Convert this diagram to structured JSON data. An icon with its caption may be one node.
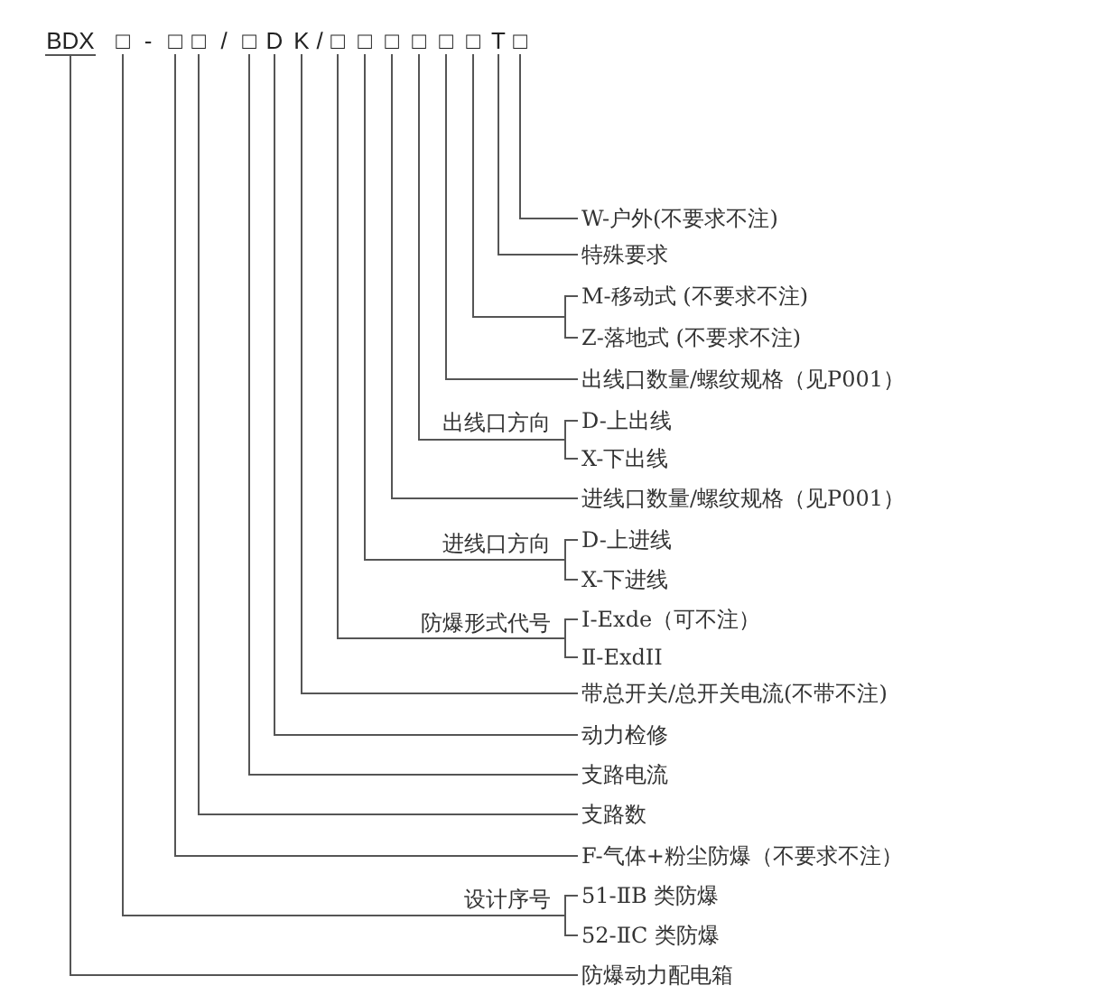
{
  "diagram": {
    "nodes": [
      {
        "text": [
          "BDX"
        ]
      },
      {
        "text": [
          "□"
        ]
      },
      {
        "text": [
          "□"
        ]
      },
      {
        "text": [
          "□"
        ]
      },
      {
        "text": [
          "□"
        ]
      },
      {
        "text": [
          "D"
        ]
      },
      {
        "text": [
          "K"
        ]
      },
      {
        "text": [
          "□"
        ]
      },
      {
        "text": [
          "□"
        ]
      },
      {
        "text": [
          "□"
        ]
      },
      {
        "text": [
          "□"
        ]
      },
      {
        "text": [
          "□"
        ]
      },
      {
        "text": [
          "□"
        ]
      },
      {
        "text": [
          "T"
        ]
      },
      {
        "text": [
          "□"
        ]
      },
      {
        "text": [
          "W-户外(不要求不注)"
        ]
      },
      {
        "text": [
          "特殊要求"
        ]
      },
      {
        "text": [
          "M-移动式 (不要求不注)"
        ]
      },
      {
        "text": [
          "Z-落地式 (不要求不注)"
        ]
      },
      {
        "text": [
          "出线口数量/螺纹规格（见P001）"
        ]
      },
      {
        "text": [
          "D-上出线"
        ]
      },
      {
        "text": [
          "X-下出线"
        ]
      },
      {
        "text": [
          "进线口数量/螺纹规格（见P001）"
        ]
      },
      {
        "text": [
          "D-上进线"
        ]
      },
      {
        "text": [
          "X-下进线"
        ]
      },
      {
        "text": [
          "Ⅰ-Exde（可不注）"
        ]
      },
      {
        "text": [
          "Ⅱ-ExdII"
        ]
      },
      {
        "text": [
          "带总开关/总开关电流(不带不注)"
        ]
      },
      {
        "text": [
          "动力检修"
        ]
      },
      {
        "text": [
          "支路电流"
        ]
      },
      {
        "text": [
          "支路数"
        ]
      },
      {
        "text": [
          "F-气体+粉尘防爆（不要求不注）"
        ]
      },
      {
        "text": [
          "51-ⅡB 类防爆"
        ]
      },
      {
        "text": [
          "52-ⅡC 类防爆"
        ]
      },
      {
        "text": [
          "防爆动力配电箱"
        ]
      }
    ],
    "edges": [
      {
        "from": 14,
        "to": 15,
        "arrow": "none"
      },
      {
        "from": 13,
        "to": 16,
        "arrow": "none"
      },
      {
        "from": 12,
        "to": 17,
        "arrow": "none"
      },
      {
        "from": 12,
        "to": 18,
        "arrow": "none"
      },
      {
        "from": 11,
        "to": 19,
        "arrow": "none"
      },
      {
        "from": 10,
        "to": 20,
        "arrow": "none"
      },
      {
        "from": 10,
        "to": 21,
        "arrow": "none"
      },
      {
        "from": 9,
        "to": 22,
        "arrow": "none"
      },
      {
        "from": 8,
        "to": 23,
        "arrow": "none"
      },
      {
        "from": 8,
        "to": 24,
        "arrow": "none"
      },
      {
        "from": 7,
        "to": 25,
        "arrow": "none"
      },
      {
        "from": 7,
        "to": 26,
        "arrow": "none"
      },
      {
        "from": 6,
        "to": 27,
        "arrow": "none"
      },
      {
        "from": 5,
        "to": 28,
        "arrow": "none"
      },
      {
        "from": 4,
        "to": 29,
        "arrow": "none"
      },
      {
        "from": 3,
        "to": 30,
        "arrow": "none"
      },
      {
        "from": 2,
        "to": 31,
        "arrow": "none"
      },
      {
        "from": 1,
        "to": 32,
        "arrow": "none"
      },
      {
        "from": 1,
        "to": 33,
        "arrow": "none"
      },
      {
        "from": 0,
        "to": 34,
        "arrow": "none"
      }
    ],
    "labels": [
      "-",
      "/",
      "/",
      "出线口方向",
      "进线口方向",
      "防爆形式代号",
      "设计序号"
    ]
  }
}
